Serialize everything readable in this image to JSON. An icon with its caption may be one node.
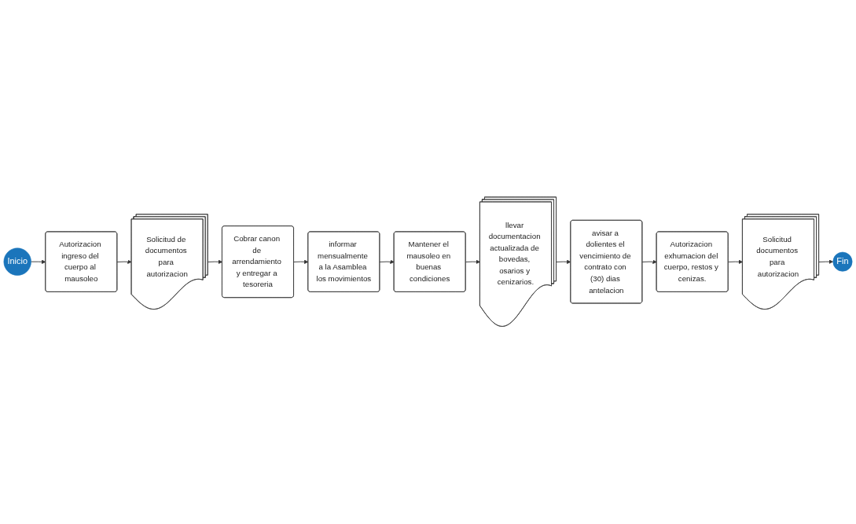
{
  "diagram": {
    "nodes": [
      {
        "text": [
          "Inicio"
        ]
      },
      {
        "text": [
          "Autorizacion ingreso del cuerpo al mausoleo"
        ]
      },
      {
        "text": [
          "Solicitud de documentos para autorizacion"
        ]
      },
      {
        "text": [
          "Cobrar canon de arrendamiento y entregar a tesoreria"
        ]
      },
      {
        "text": [
          "informar mensualmente a la Asamblea los movimientos"
        ]
      },
      {
        "text": [
          "Mantener el mausoleo en buenas condiciones"
        ]
      },
      {
        "text": [
          "llevar documentacion actualizada de bovedas, osarios y cenizarios."
        ]
      },
      {
        "text": [
          "avisar a dolientes el vencimiento de contrato con (30) dias antelacion"
        ]
      },
      {
        "text": [
          "Autorizacion exhumacion del cuerpo, restos y cenizas."
        ]
      },
      {
        "text": [
          "Solicitud documentos para autorizacion"
        ]
      },
      {
        "text": [
          "Fin"
        ]
      }
    ],
    "edges": [
      {
        "from": 0,
        "to": 1,
        "arrow": "to"
      },
      {
        "from": 1,
        "to": 2,
        "arrow": "to"
      },
      {
        "from": 2,
        "to": 3,
        "arrow": "to"
      },
      {
        "from": 3,
        "to": 4,
        "arrow": "to"
      },
      {
        "from": 4,
        "to": 5,
        "arrow": "to"
      },
      {
        "from": 5,
        "to": 6,
        "arrow": "to"
      },
      {
        "from": 6,
        "to": 7,
        "arrow": "to"
      },
      {
        "from": 7,
        "to": 8,
        "arrow": "to"
      },
      {
        "from": 8,
        "to": 9,
        "arrow": "to"
      },
      {
        "from": 9,
        "to": 10,
        "arrow": "to"
      }
    ]
  }
}
